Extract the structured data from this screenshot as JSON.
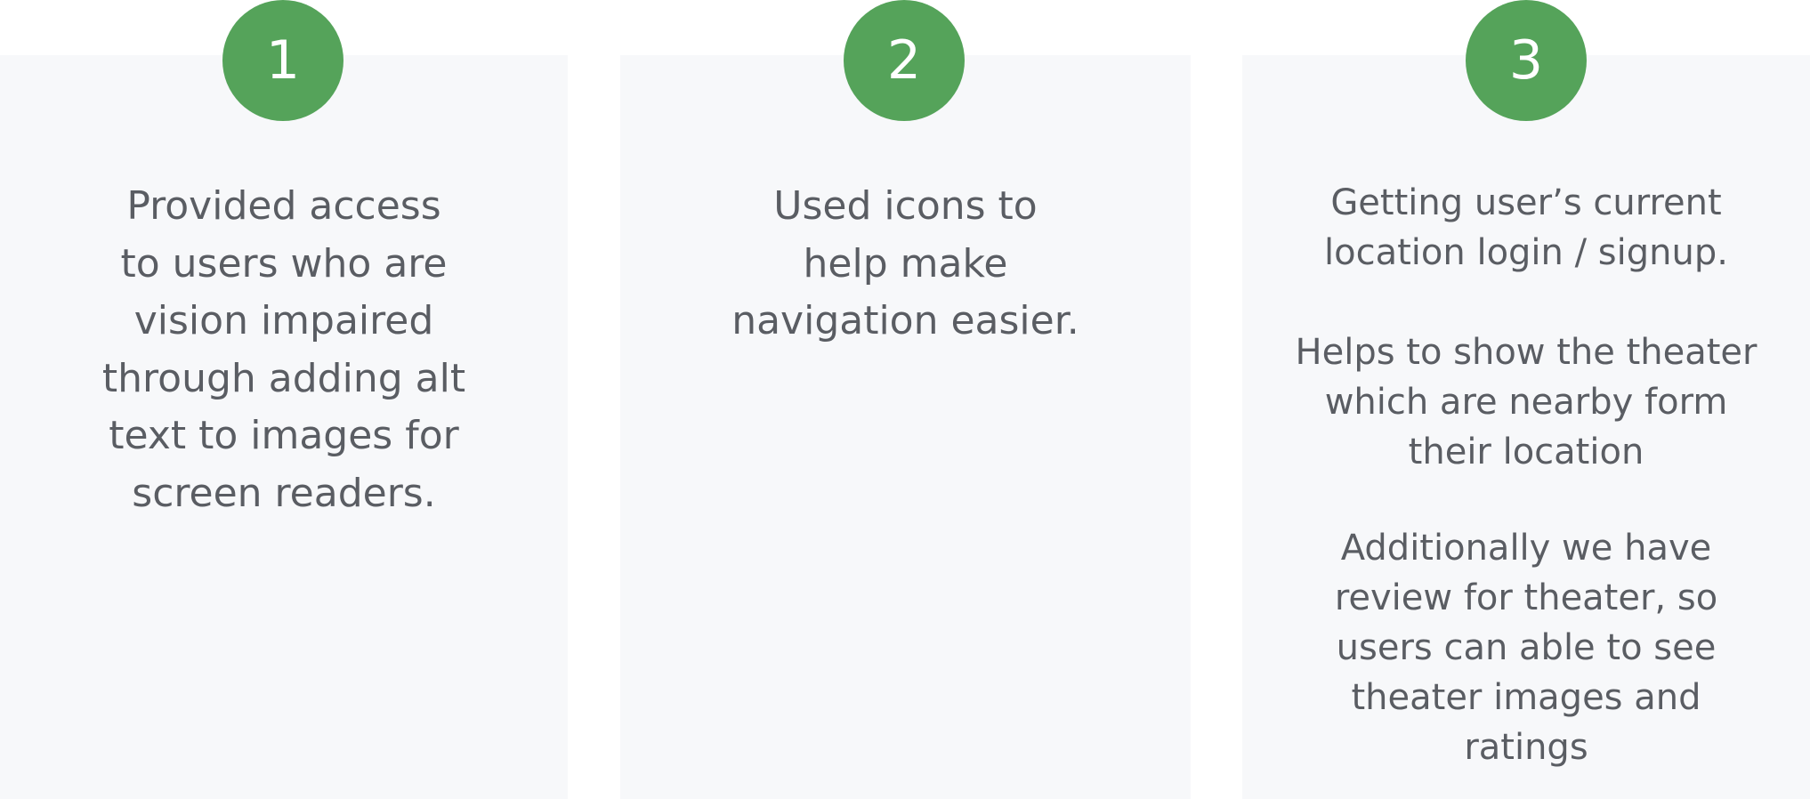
{
  "colors": {
    "badge": "#55a35a",
    "card_background": "#f7f8fa",
    "text": "#5a5d63"
  },
  "steps": [
    {
      "number": "1",
      "paragraphs": [
        "Provided access\nto users who are\nvision impaired\nthrough adding alt\ntext to images for\nscreen readers."
      ]
    },
    {
      "number": "2",
      "paragraphs": [
        "Used icons to\nhelp make\nnavigation easier."
      ]
    },
    {
      "number": "3",
      "paragraphs": [
        "Getting user’s current\nlocation login / signup.",
        "Helps to show the theater\nwhich are nearby form\ntheir location",
        "Additionally we have\nreview for theater, so\nusers can able to see\ntheater images and\nratings"
      ]
    }
  ]
}
